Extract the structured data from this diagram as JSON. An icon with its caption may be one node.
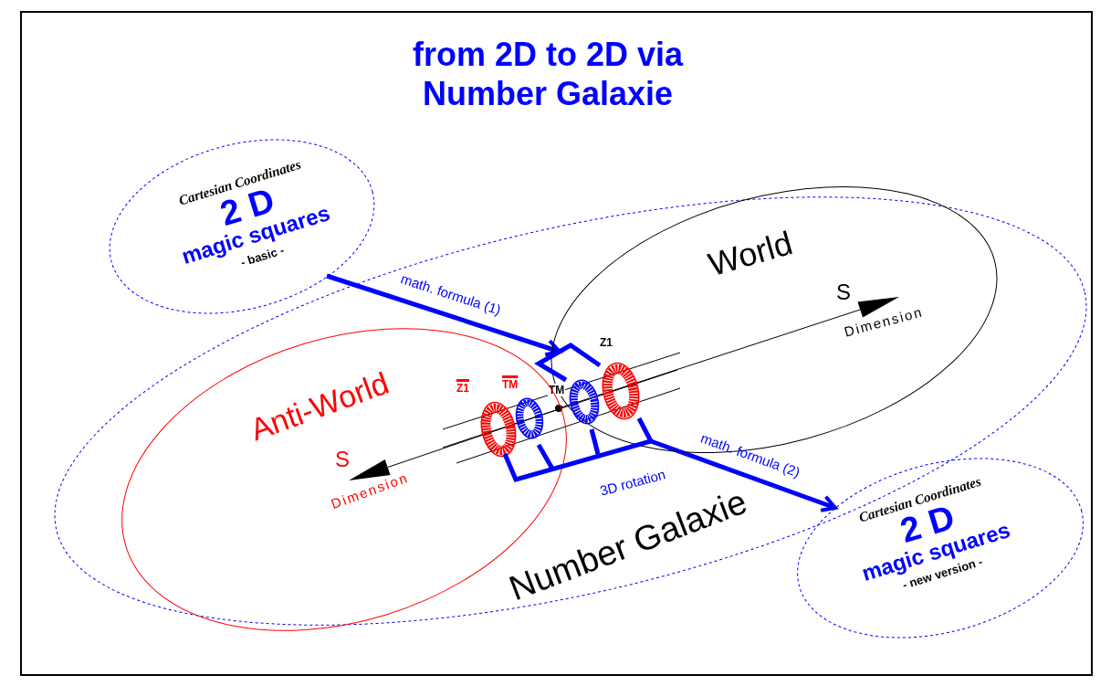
{
  "diagram": {
    "title": "from 2D to 2D via Number Galaxie",
    "nodes": [
      {
        "text": [
          "Cartesian Coordinates",
          "2 D",
          "magic squares",
          "- basic -"
        ]
      },
      {
        "text": [
          "Number Galaxie"
        ]
      },
      {
        "text": [
          "World"
        ],
        "in": 1
      },
      {
        "text": [
          "Anti-World"
        ],
        "in": 1
      },
      {
        "text": [
          "Z1"
        ],
        "in": 3
      },
      {
        "text": [
          "TM"
        ],
        "in": 3
      },
      {
        "text": [
          "TM"
        ],
        "in": 2
      },
      {
        "text": [
          "Z1"
        ],
        "in": 2
      },
      {
        "text": [],
        "shape": "bracket",
        "in": 1
      },
      {
        "text": [
          "3D rotation"
        ],
        "in": 1
      },
      {
        "text": [
          "Cartesian Coordinates",
          "2 D",
          "magic squares",
          "- new version -"
        ]
      }
    ],
    "edges": [
      {
        "from": 0,
        "to": 8,
        "arrow": "to",
        "label": "math. formula (1)"
      },
      {
        "from": 9,
        "to": 10,
        "arrow": "to",
        "label": "math. formula (2)"
      }
    ],
    "labels": [
      "S",
      "Dimension",
      "S",
      "Dimension"
    ]
  }
}
